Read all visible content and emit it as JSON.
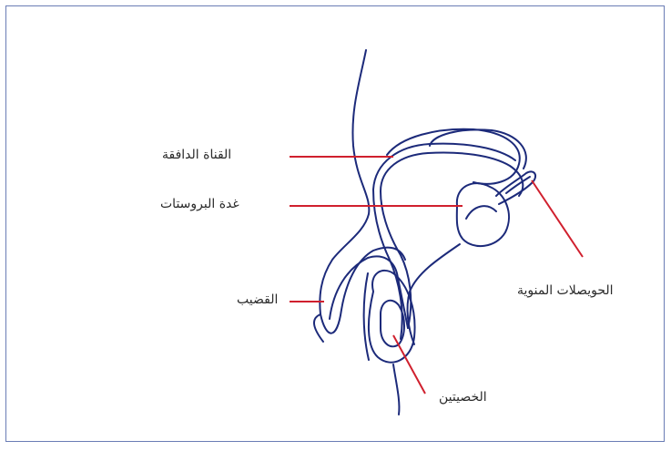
{
  "labels": {
    "vas_deferens": "القناة الدافقة",
    "prostate": "غدة البروستات",
    "penis": "القضيب",
    "seminal_vesicles": "الحويصلات المنوية",
    "testicles": "الخصيتين"
  },
  "colors": {
    "outline": "#1c2a7a",
    "leader": "#d0202e",
    "frame": "#6a7db5"
  }
}
